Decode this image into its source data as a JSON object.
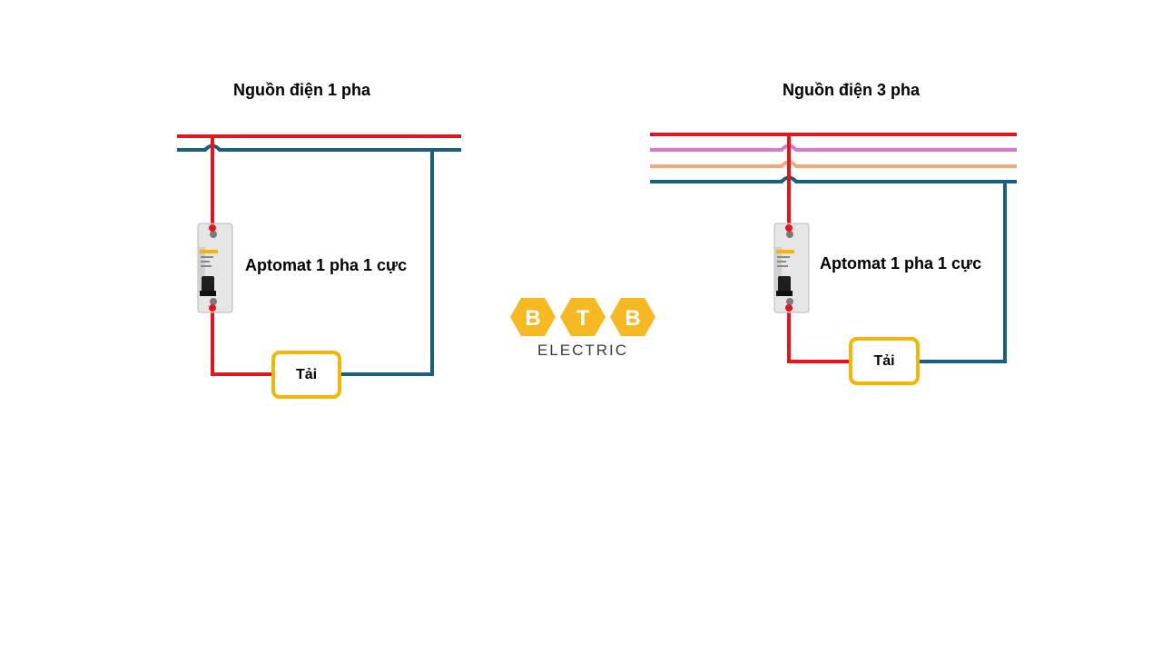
{
  "left_diagram": {
    "title": "Nguồn điện 1 pha",
    "breaker_label": "Aptomat 1 pha 1 cực",
    "load_label": "Tải"
  },
  "right_diagram": {
    "title": "Nguồn điện 3 pha",
    "breaker_label": "Aptomat 1 pha 1 cực",
    "load_label": "Tải"
  },
  "logo": {
    "letters": [
      "B",
      "T",
      "B"
    ],
    "subtitle": "ELECTRIC"
  },
  "colors": {
    "phase": "#e8141b",
    "neutral": "#1a5e82",
    "phase_pink": "#d67ad0",
    "phase_orange": "#f2a77a",
    "load_border": "#f2b705",
    "logo_yellow": "#f6b924"
  }
}
